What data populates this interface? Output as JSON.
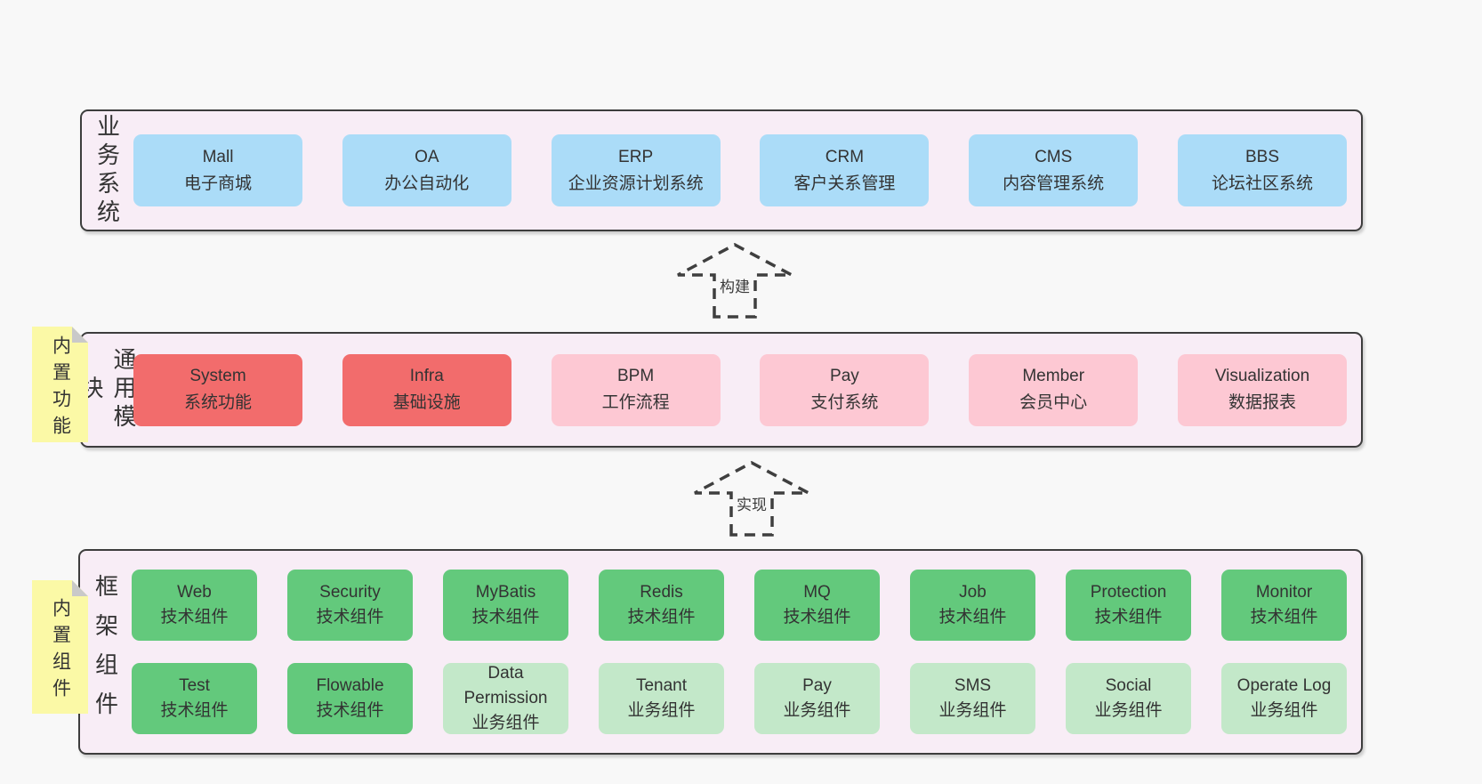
{
  "colors": {
    "page-bg": "#f8f8f8",
    "band-bg": "#f8edf6",
    "band-border": "#3d3d3d",
    "blue": "#abdcf8",
    "red": "#f26c6c",
    "pink": "#fdc8d3",
    "green": "#63c97c",
    "lightgreen": "#c3e8c9",
    "yellow": "#fbf9a6",
    "fold": "#c9c9c9",
    "text": "#3a3a3a",
    "arrow": "#3f3f3f"
  },
  "bands": [
    {
      "label": "业务系统",
      "rows": [
        [
          {
            "name": "Mall",
            "desc": "电子商城",
            "type": "blue"
          },
          {
            "name": "OA",
            "desc": "办公自动化",
            "type": "blue"
          },
          {
            "name": "ERP",
            "desc": "企业资源计划系统",
            "type": "blue"
          },
          {
            "name": "CRM",
            "desc": "客户关系管理",
            "type": "blue"
          },
          {
            "name": "CMS",
            "desc": "内容管理系统",
            "type": "blue"
          },
          {
            "name": "BBS",
            "desc": "论坛社区系统",
            "type": "blue"
          }
        ]
      ]
    },
    {
      "label": "通用模块",
      "note": "内置功能",
      "rows": [
        [
          {
            "name": "System",
            "desc": "系统功能",
            "type": "red"
          },
          {
            "name": "Infra",
            "desc": "基础设施",
            "type": "red"
          },
          {
            "name": "BPM",
            "desc": "工作流程",
            "type": "pink"
          },
          {
            "name": "Pay",
            "desc": "支付系统",
            "type": "pink"
          },
          {
            "name": "Member",
            "desc": "会员中心",
            "type": "pink"
          },
          {
            "name": "Visualization",
            "desc": "数据报表",
            "type": "pink"
          }
        ]
      ]
    },
    {
      "label": "框架组件",
      "note": "内置组件",
      "rows": [
        [
          {
            "name": "Web",
            "desc": "技术组件",
            "type": "green"
          },
          {
            "name": "Security",
            "desc": "技术组件",
            "type": "green"
          },
          {
            "name": "MyBatis",
            "desc": "技术组件",
            "type": "green"
          },
          {
            "name": "Redis",
            "desc": "技术组件",
            "type": "green"
          },
          {
            "name": "MQ",
            "desc": "技术组件",
            "type": "green"
          },
          {
            "name": "Job",
            "desc": "技术组件",
            "type": "green"
          },
          {
            "name": "Protection",
            "desc": "技术组件",
            "type": "green"
          },
          {
            "name": "Monitor",
            "desc": "技术组件",
            "type": "green"
          }
        ],
        [
          {
            "name": "Test",
            "desc": "技术组件",
            "type": "green"
          },
          {
            "name": "Flowable",
            "desc": "技术组件",
            "type": "green"
          },
          {
            "name": "Data Permission",
            "desc": "业务组件",
            "type": "lightgreen"
          },
          {
            "name": "Tenant",
            "desc": "业务组件",
            "type": "lightgreen"
          },
          {
            "name": "Pay",
            "desc": "业务组件",
            "type": "lightgreen"
          },
          {
            "name": "SMS",
            "desc": "业务组件",
            "type": "lightgreen"
          },
          {
            "name": "Social",
            "desc": "业务组件",
            "type": "lightgreen"
          },
          {
            "name": "Operate Log",
            "desc": "业务组件",
            "type": "lightgreen"
          }
        ]
      ]
    }
  ],
  "arrows": [
    {
      "label": "构建"
    },
    {
      "label": "实现"
    }
  ]
}
